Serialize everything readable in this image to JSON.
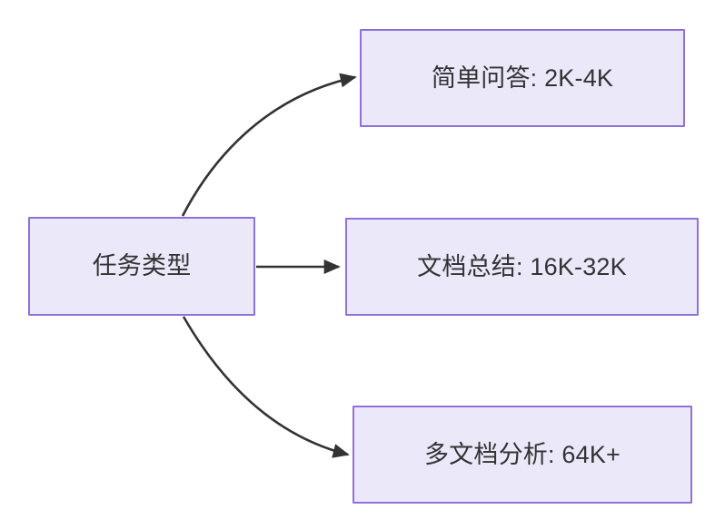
{
  "diagram": {
    "type": "flowchart",
    "orientation": "left-to-right",
    "background_color": "#ffffff",
    "node_fill_color": "#ebe8fa",
    "node_border_color": "#9071d9",
    "node_text_color": "#333333",
    "edge_color": "#333333",
    "nodes": [
      {
        "id": "source",
        "label": "任务类型",
        "role": "root"
      },
      {
        "id": "task-1",
        "label": "简单问答: 2K-4K",
        "role": "leaf"
      },
      {
        "id": "task-2",
        "label": "文档总结: 16K-32K",
        "role": "leaf"
      },
      {
        "id": "task-3",
        "label": "多文档分析: 64K+",
        "role": "leaf"
      }
    ],
    "edges": [
      {
        "id": "edge-source-task-1",
        "from": "source",
        "to": "task-1",
        "style": "curved",
        "arrowhead": "filled-triangle"
      },
      {
        "id": "edge-source-task-2",
        "from": "source",
        "to": "task-2",
        "style": "straight",
        "arrowhead": "filled-triangle"
      },
      {
        "id": "edge-source-task-3",
        "from": "source",
        "to": "task-3",
        "style": "curved",
        "arrowhead": "filled-triangle"
      }
    ]
  }
}
